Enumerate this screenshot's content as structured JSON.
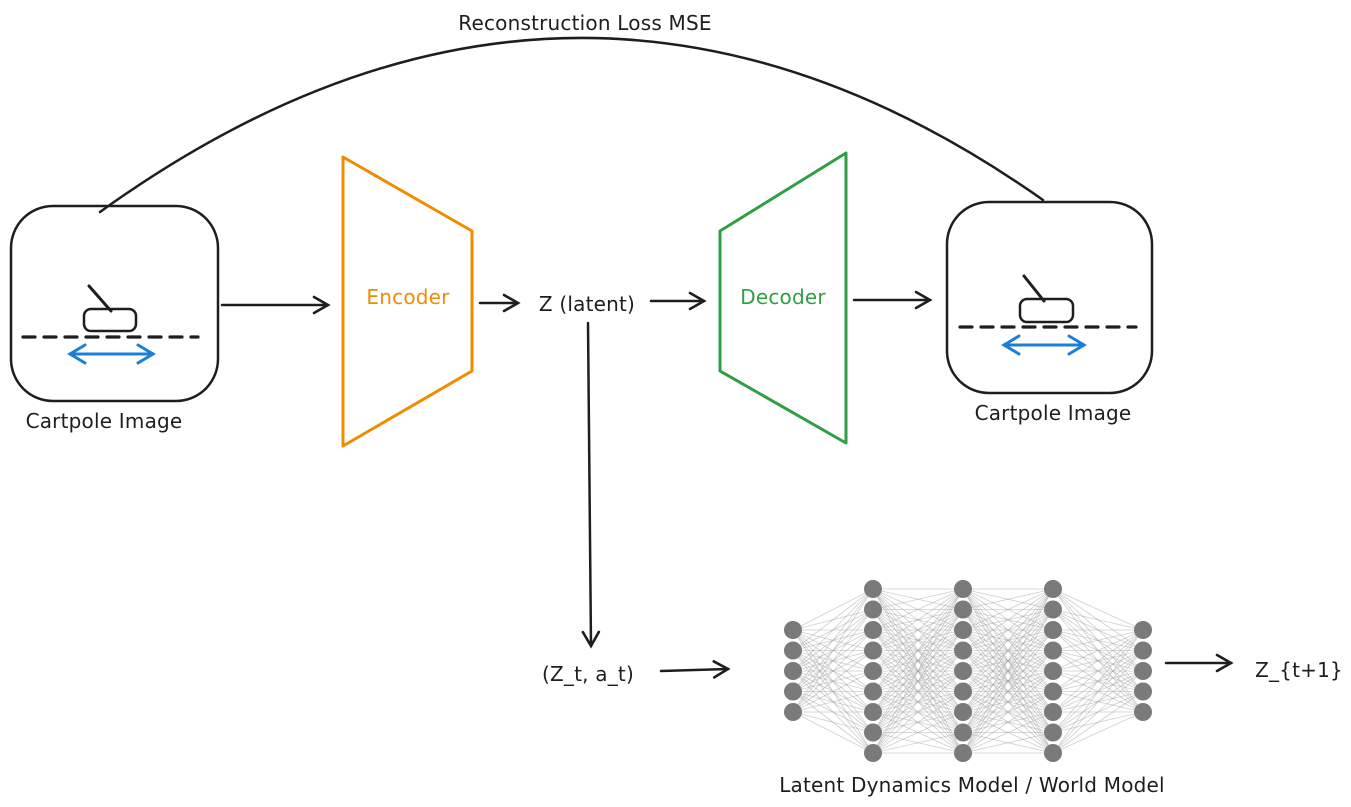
{
  "reconstruction_loss": {
    "label": "Reconstruction Loss MSE"
  },
  "input_image": {
    "label": "Cartpole Image"
  },
  "encoder": {
    "label": "Encoder"
  },
  "latent": {
    "label": "Z (latent)"
  },
  "decoder": {
    "label": "Decoder"
  },
  "output_image": {
    "label": "Cartpole Image"
  },
  "dynamics_input": {
    "label": "(Z_t, a_t)"
  },
  "dynamics_output": {
    "label": "Z_{t+1}"
  },
  "world_model": {
    "label": "Latent Dynamics Model / World Model",
    "layers": [
      5,
      9,
      9,
      9,
      5
    ]
  },
  "colors": {
    "stroke": "#1e1e1e",
    "encoder": "#f08c00",
    "decoder": "#2f9e44",
    "motion": "#1c7ed6",
    "node": "#7a7a7a",
    "edge": "#9e9e9e"
  }
}
